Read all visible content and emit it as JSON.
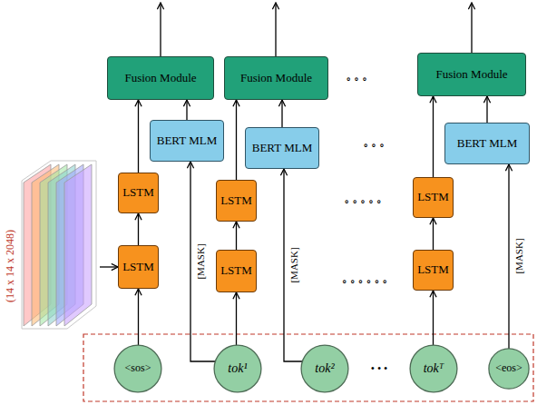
{
  "diagram": {
    "nodes": [
      {
        "text": [
          "Fusion Module"
        ]
      },
      {
        "text": [
          "Fusion Module"
        ]
      },
      {
        "text": [
          "Fusion Module"
        ]
      },
      {
        "text": [
          "BERT MLM"
        ]
      },
      {
        "text": [
          "BERT MLM"
        ]
      },
      {
        "text": [
          "BERT MLM"
        ]
      },
      {
        "text": [
          "LSTM"
        ]
      },
      {
        "text": [
          "LSTM"
        ]
      },
      {
        "text": [
          "LSTM"
        ]
      },
      {
        "text": [
          "(14 x 14 x 2048)"
        ]
      },
      {
        "text": [
          "LSTM"
        ]
      },
      {
        "text": [
          "LSTM"
        ]
      },
      {
        "text": [
          "LSTM"
        ]
      },
      {
        "text": [
          "<sos>"
        ]
      },
      {
        "text": [
          "tok¹"
        ]
      },
      {
        "text": [
          "tok²"
        ]
      },
      {
        "text": [
          "tokᵀ"
        ]
      },
      {
        "text": [
          "<eos>"
        ]
      }
    ],
    "edges": [
      {
        "from": 13,
        "to": 10,
        "arrow": "to"
      },
      {
        "from": 14,
        "to": 11,
        "arrow": "to"
      },
      {
        "from": 16,
        "to": 12,
        "arrow": "to"
      },
      {
        "from": 10,
        "to": 6,
        "arrow": "to"
      },
      {
        "from": 11,
        "to": 7,
        "arrow": "to"
      },
      {
        "from": 12,
        "to": 8,
        "arrow": "to"
      },
      {
        "from": 6,
        "to": 0,
        "arrow": "to"
      },
      {
        "from": 7,
        "to": 1,
        "arrow": "to"
      },
      {
        "from": 8,
        "to": 2,
        "arrow": "to"
      },
      {
        "from": 3,
        "to": 0,
        "arrow": "to"
      },
      {
        "from": 4,
        "to": 1,
        "arrow": "to"
      },
      {
        "from": 5,
        "to": 2,
        "arrow": "to"
      },
      {
        "from": 14,
        "to": 3,
        "label": "[MASK]",
        "arrow": "to"
      },
      {
        "from": 15,
        "to": 4,
        "label": "[MASK]",
        "arrow": "to"
      },
      {
        "from": 17,
        "to": 5,
        "label": "[MASK]",
        "arrow": "to"
      },
      {
        "from": 9,
        "to": 10,
        "arrow": "to"
      }
    ],
    "labels": [
      "∘ ∘ ∘",
      "∘ ∘ ∘",
      "∘ ∘ ∘ ∘ ∘",
      "∘ ∘ ∘ ∘ ∘ ∘",
      "• • •"
    ]
  }
}
